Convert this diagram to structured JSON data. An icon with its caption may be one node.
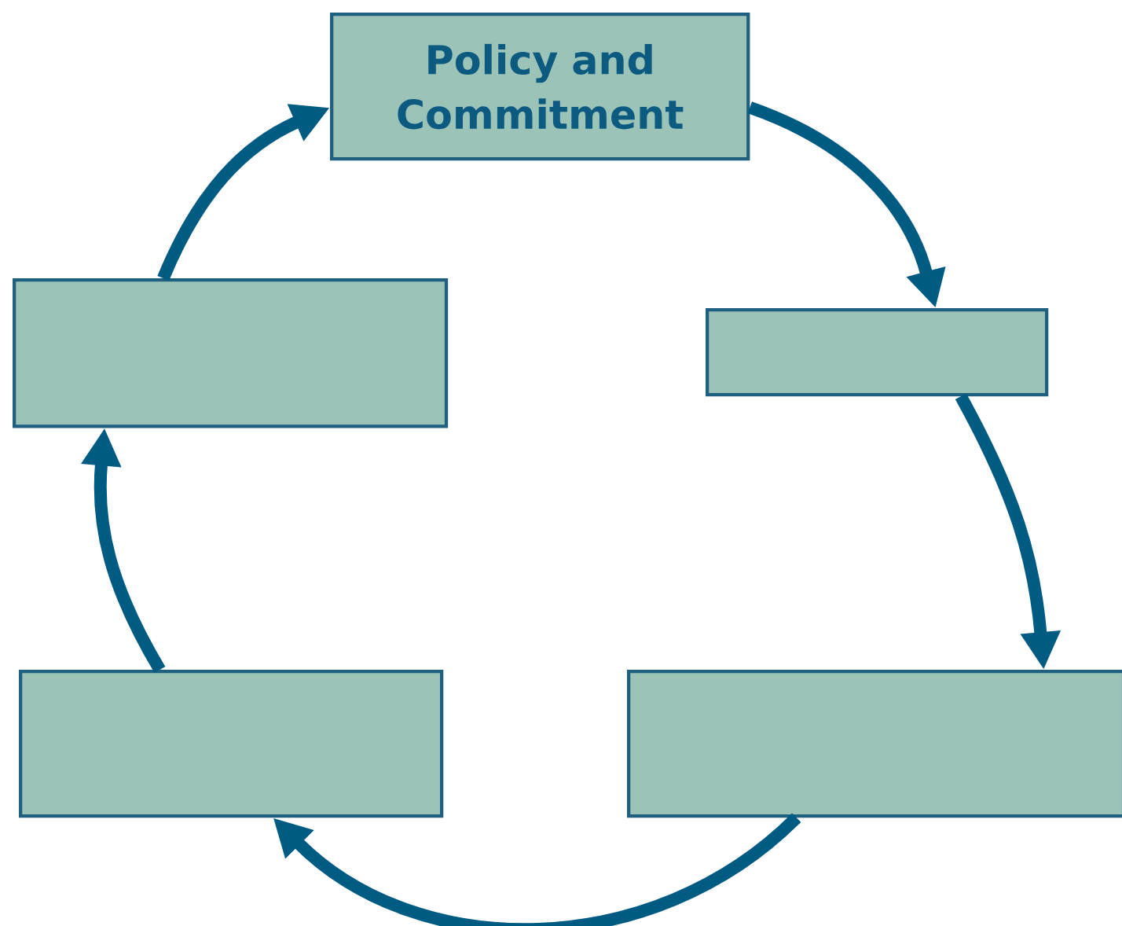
{
  "diagram": {
    "nodes": [
      {
        "text": [
          "Policy and Commitment"
        ]
      },
      {
        "text": [],
        "shape": "box"
      },
      {
        "text": [],
        "shape": "box"
      },
      {
        "text": [],
        "shape": "box"
      },
      {
        "text": [],
        "shape": "box"
      }
    ],
    "edges": [
      {
        "from": 0,
        "to": 2,
        "arrow": "to"
      },
      {
        "from": 2,
        "to": 4,
        "arrow": "to"
      },
      {
        "from": 4,
        "to": 3,
        "arrow": "to"
      },
      {
        "from": 3,
        "to": 1,
        "arrow": "to"
      },
      {
        "from": 1,
        "to": 0,
        "arrow": "to"
      }
    ]
  }
}
